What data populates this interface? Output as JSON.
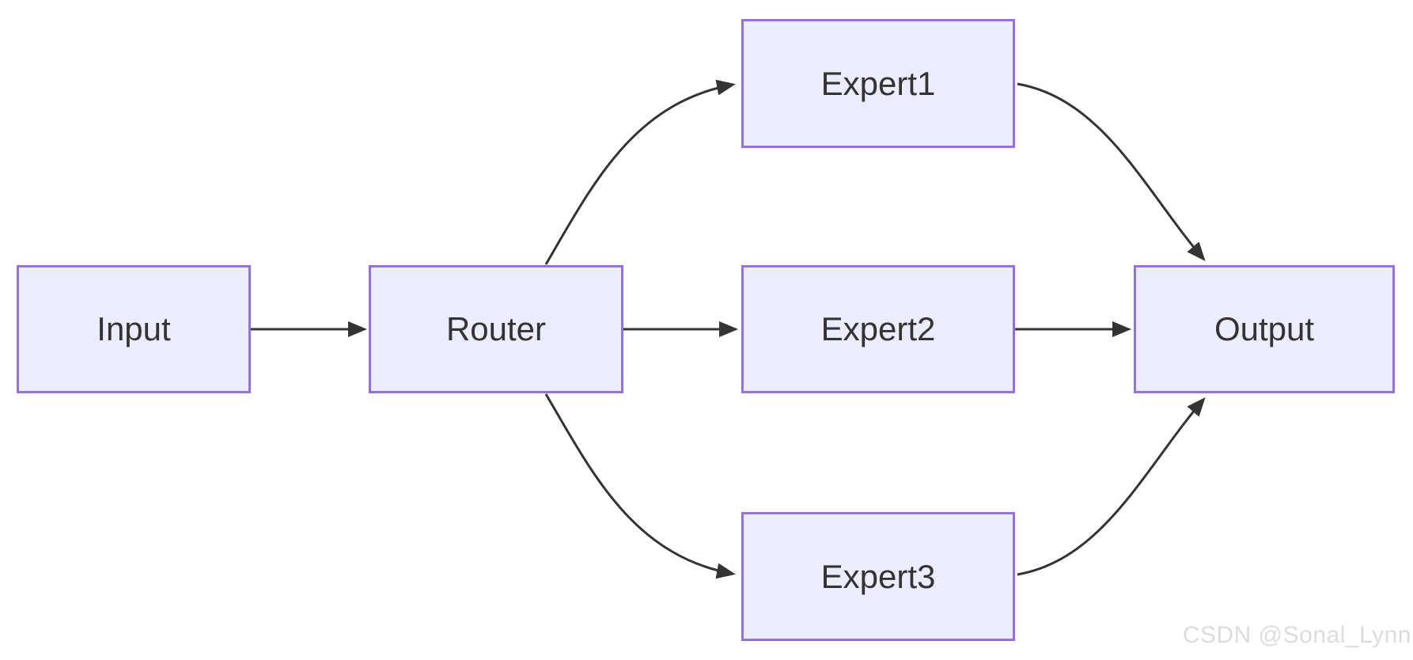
{
  "diagram": {
    "type": "flowchart",
    "direction": "left-to-right",
    "nodes": {
      "input": {
        "label": "Input"
      },
      "router": {
        "label": "Router"
      },
      "expert1": {
        "label": "Expert1"
      },
      "expert2": {
        "label": "Expert2"
      },
      "expert3": {
        "label": "Expert3"
      },
      "output": {
        "label": "Output"
      }
    },
    "edges": [
      {
        "from": "Input",
        "to": "Router"
      },
      {
        "from": "Router",
        "to": "Expert1"
      },
      {
        "from": "Router",
        "to": "Expert2"
      },
      {
        "from": "Router",
        "to": "Expert3"
      },
      {
        "from": "Expert1",
        "to": "Output"
      },
      {
        "from": "Expert2",
        "to": "Output"
      },
      {
        "from": "Expert3",
        "to": "Output"
      }
    ],
    "colors": {
      "node_fill": "#ECECFF",
      "node_border": "#9370DB",
      "edge_stroke": "#333333",
      "node_text": "#333333",
      "background": "#FFFFFF",
      "watermark_text": "#DCDCDC"
    }
  },
  "watermark": {
    "text": "CSDN @Sonal_Lynn"
  }
}
